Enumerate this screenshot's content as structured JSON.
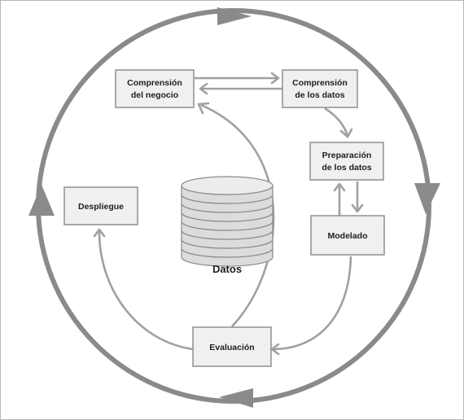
{
  "diagram": {
    "nodes": {
      "business_understanding": {
        "line1": "Comprensión",
        "line2": "del negocio"
      },
      "data_understanding": {
        "line1": "Comprensión",
        "line2": "de los datos"
      },
      "data_preparation": {
        "line1": "Preparación",
        "line2": "de los datos"
      },
      "modeling": {
        "label": "Modelado"
      },
      "evaluation": {
        "label": "Evaluación"
      },
      "deployment": {
        "label": "Despliegue"
      }
    },
    "database": {
      "label": "Datos"
    },
    "colors": {
      "ring": "#8a8a8a",
      "flow": "#a0a0a0",
      "box_fill": "#f0f0f0",
      "box_border": "#8f8f8f",
      "text": "#1e1e1e"
    }
  }
}
